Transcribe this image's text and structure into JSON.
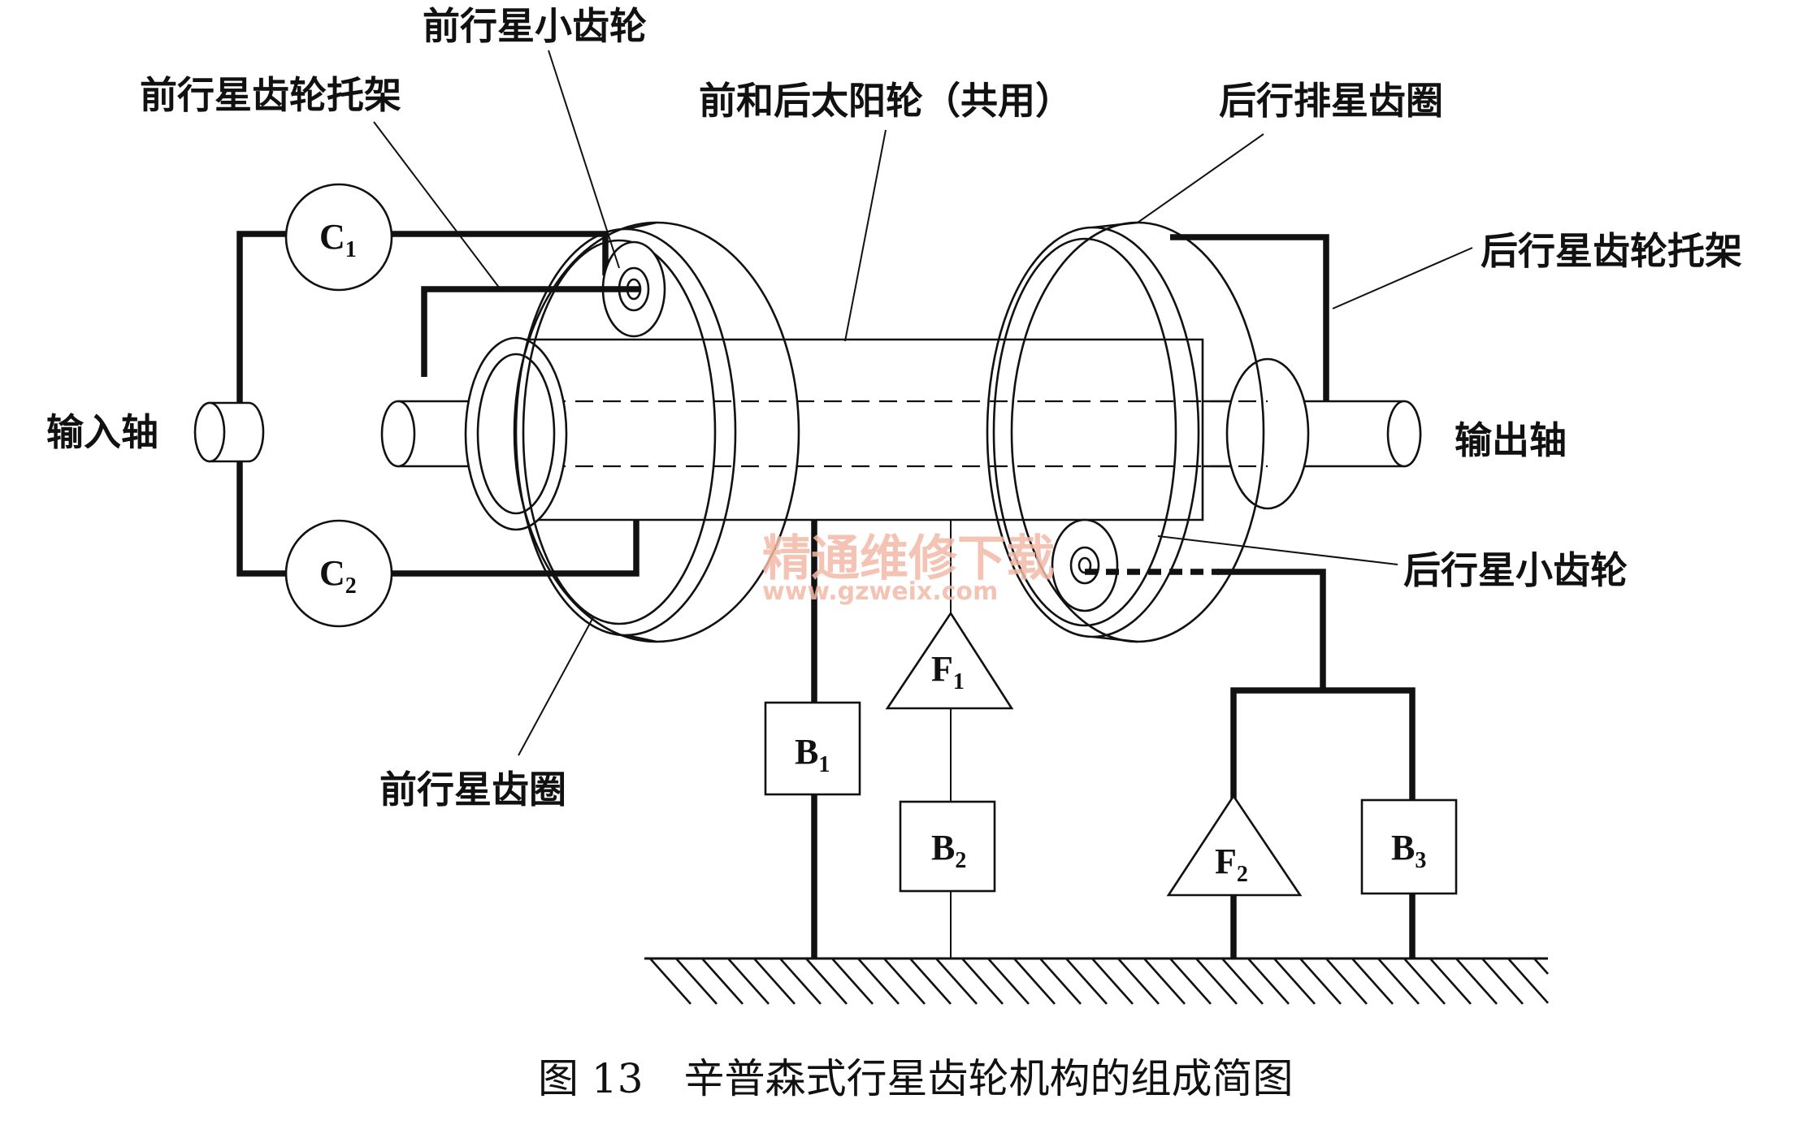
{
  "labels": {
    "front_planet_pinion": "前行星小齿轮",
    "front_planet_carrier": "前行星齿轮托架",
    "shared_sun_gear": "前和后太阳轮（共用）",
    "rear_ring_gear": "后行排星齿圈",
    "rear_planet_carrier": "后行星齿轮托架",
    "input_shaft": "输入轴",
    "output_shaft": "输出轴",
    "rear_planet_pinion": "后行星小齿轮",
    "front_ring_gear": "前行星齿圈"
  },
  "components": {
    "c1": {
      "letter": "C",
      "sub": "1"
    },
    "c2": {
      "letter": "C",
      "sub": "2"
    },
    "b1": {
      "letter": "B",
      "sub": "1"
    },
    "b2": {
      "letter": "B",
      "sub": "2"
    },
    "b3": {
      "letter": "B",
      "sub": "3"
    },
    "f1": {
      "letter": "F",
      "sub": "1"
    },
    "f2": {
      "letter": "F",
      "sub": "2"
    }
  },
  "watermark": {
    "title": "精通维修下载",
    "url": "www.gzweix.com"
  },
  "caption": "图 13　辛普森式行星齿轮机构的组成简图",
  "colors": {
    "line": "#111111",
    "watermark": "#f3b9a6",
    "background": "#ffffff"
  }
}
